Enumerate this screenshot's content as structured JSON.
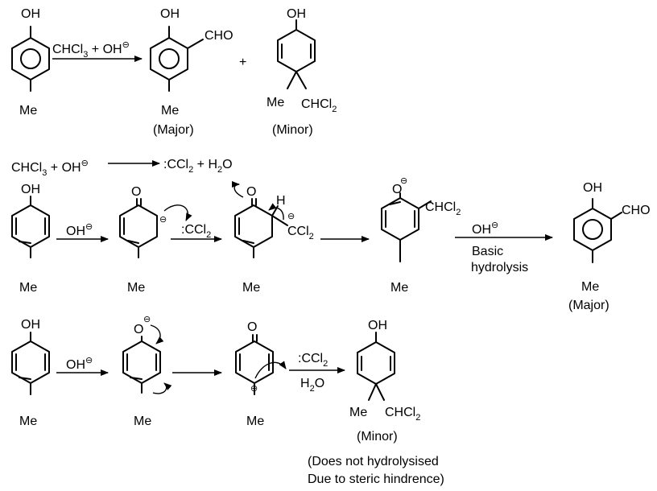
{
  "labels": {
    "oh": "OH",
    "me": "Me",
    "cho": "CHO",
    "chcl2": "CHCl",
    "sub2": "2",
    "sub3": "3",
    "plus": "+",
    "o": "O",
    "o_minus": "O",
    "h": "H",
    "minus": "⊖",
    "ccl2": ":CCl",
    "ccl2_anion": "CCl",
    "major": "(Major)",
    "minor": "(Minor)"
  },
  "reagents": {
    "r1_a": "CHCl",
    "r1_b": " + OH",
    "oh_minus": "OH",
    "water": "H",
    "water_o": "O",
    "basic": "Basic",
    "hydrolysis": "hydrolysis"
  },
  "carbene_eq": {
    "left_a": "CHCl",
    "left_b": " + OH",
    "right_a": ":CCl",
    "right_b": " + H",
    "right_c": "O"
  },
  "notes": {
    "line1": "(Does not hydrolysised",
    "line2": "Due to steric hindrence)"
  }
}
